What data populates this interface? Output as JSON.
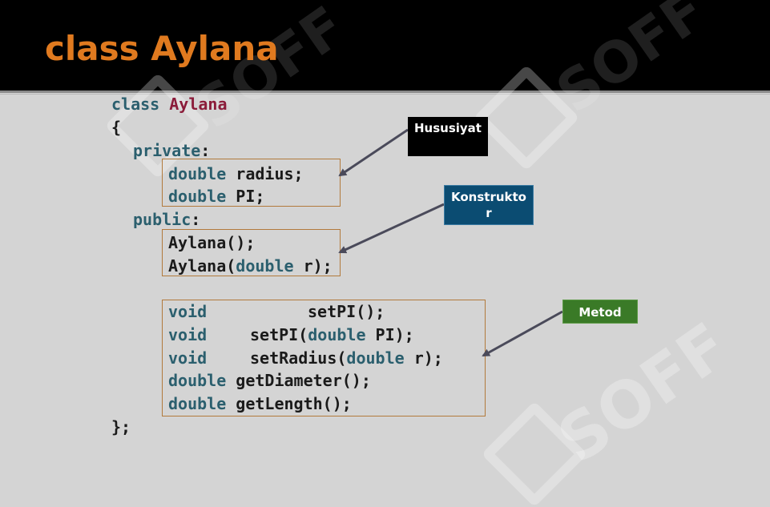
{
  "title": "class Aylana",
  "watermark": "SOFF",
  "code": {
    "line1_kw": "class",
    "line1_name": "Aylana",
    "open_brace": "{",
    "private_kw": "private",
    "colon": ":",
    "radius_type": "double",
    "radius_name": "radius;",
    "pi_type": "double",
    "pi_name": "PI;",
    "public_kw": "public",
    "ctor1": "Aylana();",
    "ctor2_pre": "Aylana(",
    "ctor2_type": "double",
    "ctor2_post": " r);",
    "m1_type": "void",
    "m1_name": "setPI();",
    "m2_type": "void",
    "m2_pre": "setPI(",
    "m2_arg_type": "double",
    "m2_post": " PI);",
    "m3_type": "void",
    "m3_pre": "setRadius(",
    "m3_arg_type": "double",
    "m3_post": " r);",
    "m4_type": "double",
    "m4_name": "getDiameter();",
    "m5_type": "double",
    "m5_name": "getLength();",
    "close": "};"
  },
  "callouts": {
    "hususiyat": "Hususiyat",
    "konstruktor": "Konstruktor",
    "metod": "Metod"
  },
  "colors": {
    "title": "#e07a1f",
    "keyword": "#2b5f6e",
    "class_name": "#8b1c3a",
    "box_border": "#b27a3c",
    "callout_black": "#000000",
    "callout_blue": "#0b4c72",
    "callout_green": "#3a7a27"
  }
}
